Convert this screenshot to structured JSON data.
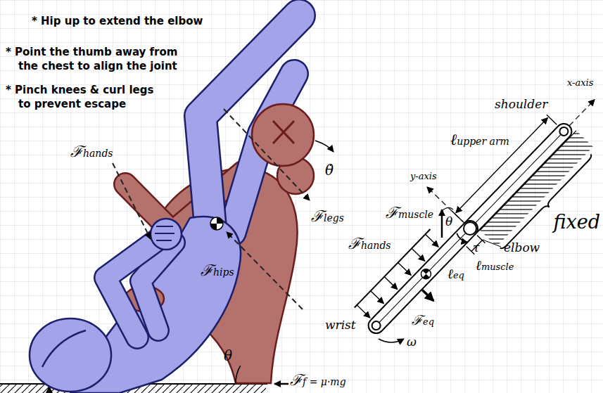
{
  "diagram": {
    "labels": [
      "* Hip up to extend the elbow",
      "* Point the thumb away from the chest to align the joint",
      "* Pinch knees & curl legs to prevent escape",
      "ℱhands",
      "ℱlegs",
      "θ̇",
      "ℱhips",
      "θ",
      "ℱf = μ·mg",
      "shoulder",
      "x-axis",
      "ℓupper arm",
      "y-axis",
      "fixed",
      "ℱmuscle",
      "θ",
      "τ",
      "elbow",
      "ℱhands",
      "ℓmuscle",
      "ℓeq",
      "ℱeq",
      "wrist",
      "ω"
    ]
  }
}
